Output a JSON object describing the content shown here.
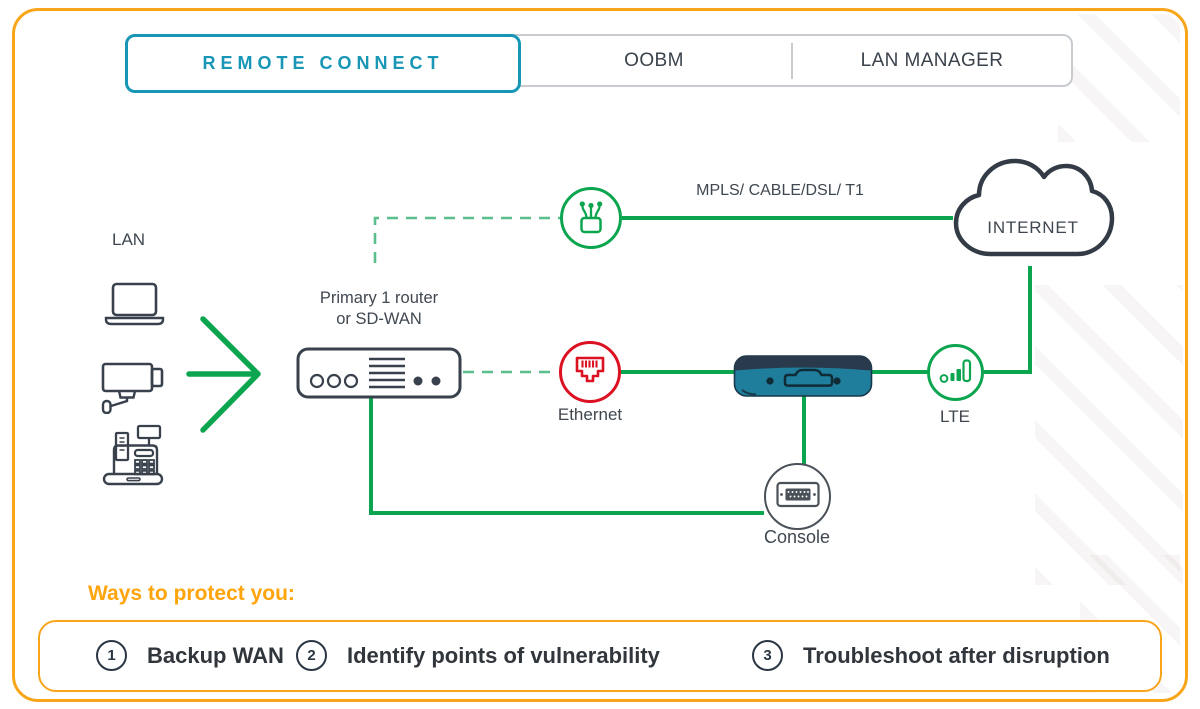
{
  "page": {
    "background": "#FFFFFF",
    "frame_color": "#F9A51A"
  },
  "tabs": {
    "items": [
      {
        "label": "REMOTE CONNECT",
        "active": true
      },
      {
        "label": "OOBM",
        "active": false
      },
      {
        "label": "LAN MANAGER",
        "active": false
      }
    ],
    "active_color": "#1796B6"
  },
  "diagram": {
    "lan_label": "LAN",
    "lan_device_icons": [
      "laptop-icon",
      "security-camera-icon",
      "pos-register-icon"
    ],
    "router_label_line1": "Primary 1 router",
    "router_label_line2": "or SD-WAN",
    "wan_link_label": "MPLS/ CABLE/DSL/ T1",
    "internet_label": "INTERNET",
    "ethernet_label": "Ethernet",
    "lte_label": "LTE",
    "console_label": "Console",
    "icons": {
      "wan_node": "modem-antennas-icon",
      "ethernet_node": "rj45-port-icon",
      "lte_node": "signal-bars-icon",
      "console_node": "serial-port-icon",
      "internet": "cloud-icon",
      "appliance": "oobm-appliance-device"
    },
    "colors": {
      "solid_line": "#0CA54F",
      "dashed_line": "#5ABE8D",
      "wan_circle": "#0CA54F",
      "ethernet_circle": "#DC1122",
      "lte_circle": "#0CA54F",
      "console_circle": "#4A5159",
      "icon_outline": "#39414D",
      "device_body": "#1E7E9B",
      "device_top": "#293A4C"
    }
  },
  "protect": {
    "heading": "Ways to protect you:",
    "heading_color": "#FFA40B",
    "items": [
      {
        "number": "1",
        "label": "Backup WAN"
      },
      {
        "number": "2",
        "label": "Identify points of vulnerability"
      },
      {
        "number": "3",
        "label": "Troubleshoot after disruption"
      }
    ]
  }
}
